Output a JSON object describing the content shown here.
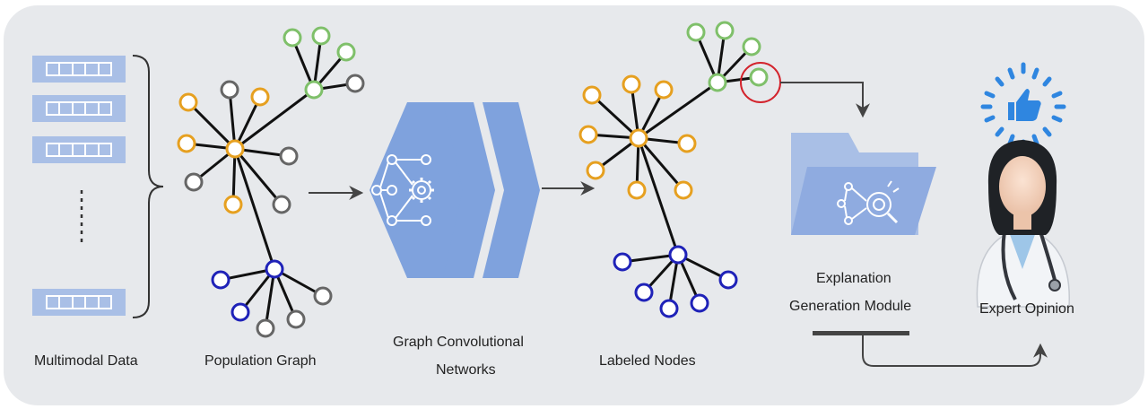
{
  "labels": {
    "multimodal": "Multimodal Data",
    "population": "Population Graph",
    "gcn_line1": "Graph Convolutional",
    "gcn_line2": "Networks",
    "labeled": "Labeled Nodes",
    "explain_line1": "Explanation",
    "explain_line2": "Generation Module",
    "expert": "Expert Opinion"
  },
  "colors": {
    "panel": "#e7e9ec",
    "orange": "#e6a020",
    "green": "#7fc06a",
    "blue": "#1f22b8",
    "gray": "#666666",
    "chevron": "#7fa2dd",
    "folder": "#a9bfe6",
    "highlight_ring": "#d3232c",
    "thumb": "#2f86e0"
  },
  "icons": {
    "data_rows": "table-row-icon",
    "ellipsis": "vertical-ellipsis-icon",
    "gcn": "neural-network-gear-icon",
    "explain": "folder-explain-icon",
    "expert": "doctor-icon",
    "approval": "thumbs-up-icon"
  }
}
